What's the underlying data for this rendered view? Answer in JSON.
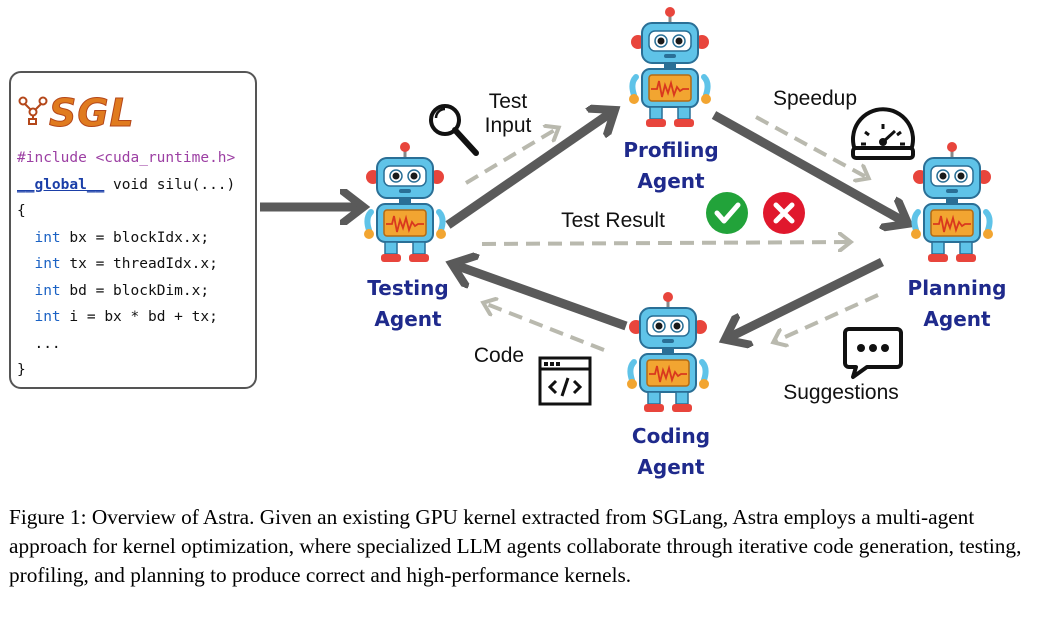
{
  "code_box": {
    "logo_text": "SGL",
    "lines": [
      "#include <cuda_runtime.h>",
      "__global__ void silu(...)",
      "{",
      "  int bx = blockIdx.x;",
      "  int tx = threadIdx.x;",
      "  int bd = blockDim.x;",
      "  int i = bx * bd + tx;",
      "  ...",
      "}"
    ],
    "include_directive": "#include",
    "include_arg": "<cuda_runtime.h>",
    "global_kw": "__global__",
    "signature_rest": " void silu(...)",
    "open_brace": "{",
    "close_brace": "}",
    "int_kw": "int",
    "body": [
      " bx = blockIdx.x;",
      " tx = threadIdx.x;",
      " bd = blockDim.x;",
      " i = bx * bd + tx;"
    ],
    "ellipsis": "..."
  },
  "agents": {
    "testing": {
      "line1": "Testing",
      "line2": "Agent"
    },
    "profiling": {
      "line1": "Profiling",
      "line2": "Agent"
    },
    "planning": {
      "line1": "Planning",
      "line2": "Agent"
    },
    "coding": {
      "line1": "Coding",
      "line2": "Agent"
    }
  },
  "edge_labels": {
    "test_input_1": "Test",
    "test_input_2": "Input",
    "speedup": "Speedup",
    "test_result": "Test Result",
    "code": "Code",
    "suggestions": "Suggestions"
  },
  "icons": {
    "search": "magnifier-icon",
    "speedometer": "speedometer-icon",
    "check": "check-circle-icon",
    "cross": "x-circle-icon",
    "code": "code-window-icon",
    "chat": "chat-bubble-icon"
  },
  "colors": {
    "agent_label": "#1f2a8c",
    "arrow_solid": "#5a5a5a",
    "arrow_dashed": "#b9b9ae",
    "check": "#22a33a",
    "cross": "#e0182d",
    "logo": "#e07b1f"
  },
  "caption": "Figure 1: Overview of Astra. Given an existing GPU kernel extracted from SGLang, Astra employs a multi-agent approach for kernel optimization, where specialized LLM agents collaborate through iterative code generation, testing, profiling, and planning to produce correct and high-performance kernels."
}
